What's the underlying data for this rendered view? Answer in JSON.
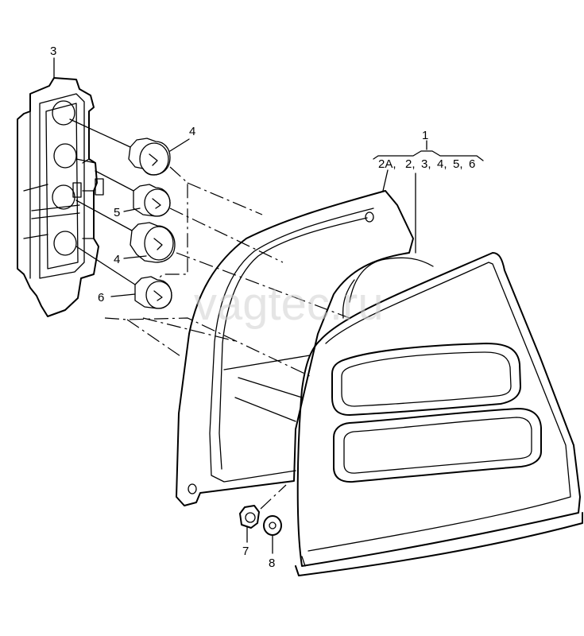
{
  "diagram": {
    "watermark": "vagtec.ru",
    "callouts": {
      "c1": "1",
      "c1_group": [
        "2A,",
        "2,",
        "3,",
        "4,",
        "5,",
        "6"
      ],
      "c3": "3",
      "c4_top": "4",
      "c5": "5",
      "c4_bottom": "4",
      "c6": "6",
      "c7": "7",
      "c8": "8"
    }
  }
}
